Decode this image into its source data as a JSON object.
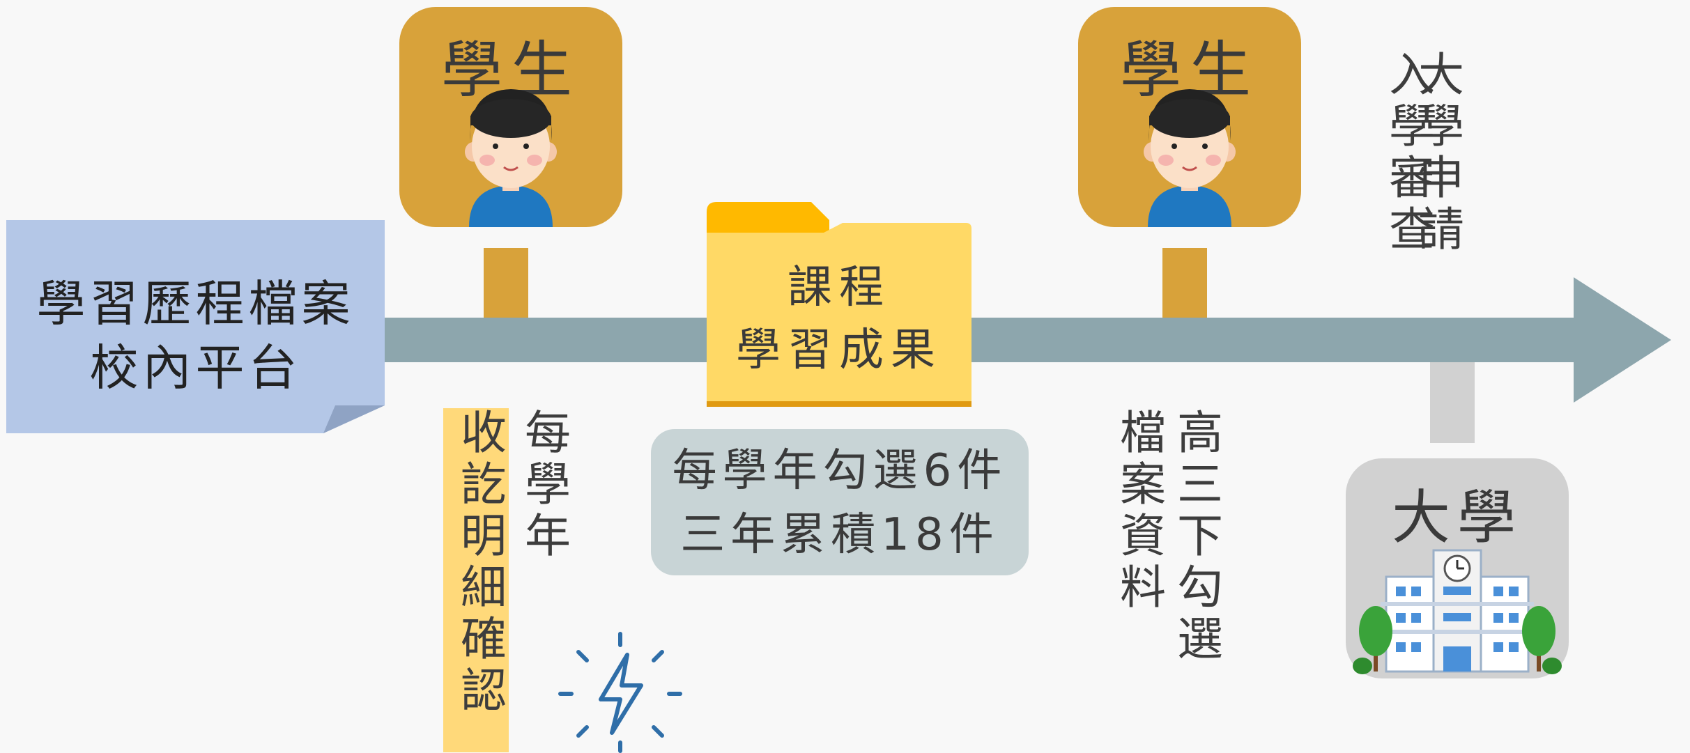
{
  "platform": {
    "line1": "學習歷程檔案",
    "line2": "校內平台"
  },
  "students": [
    {
      "title": "學生"
    },
    {
      "title": "學生"
    }
  ],
  "folder": {
    "line1": "課程",
    "line2": "學習成果"
  },
  "annual_confirm": {
    "highlight": "收訖明細確認",
    "note": "每學年"
  },
  "selection_box": {
    "line1": "每學年勾選6件",
    "line2": "三年累積18件"
  },
  "senior_select": {
    "col1": "高三下勾選",
    "col2": "檔案資料"
  },
  "university_apply": {
    "col1": "大學申請",
    "col2": "入學審查"
  },
  "university": {
    "title": "大學"
  },
  "colors": {
    "arrow": "#8da6ad",
    "platform_bg": "#b4c7e7",
    "student_card": "#d8a23a",
    "folder_body": "#ffd966",
    "folder_tab": "#ffb900",
    "info_box": "#c8d4d6",
    "highlight": "#ffd97a",
    "university_card": "#d1d1d1",
    "flash_icon": "#2f6ea8"
  },
  "icons": [
    "student-avatar-icon",
    "folder-icon",
    "flash-icon",
    "school-building-icon"
  ]
}
